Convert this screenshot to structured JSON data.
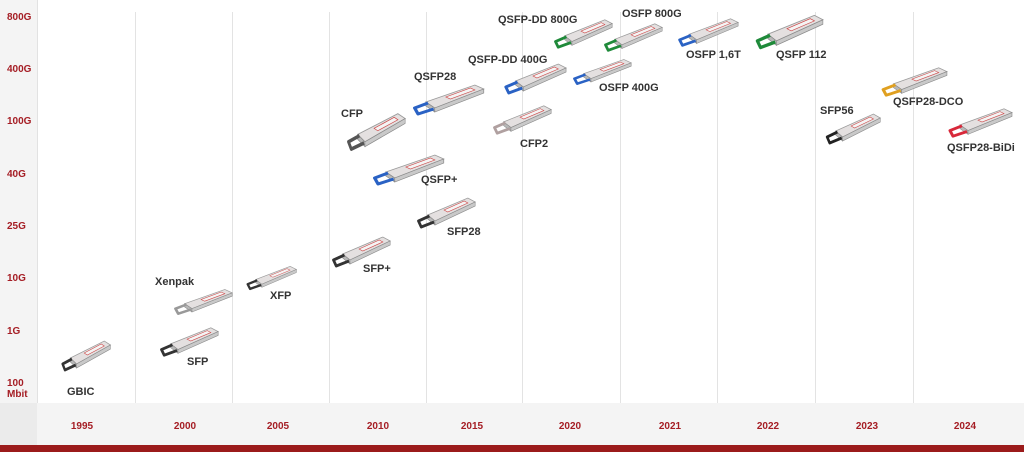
{
  "y_axis": [
    "800G",
    "400G",
    "100G",
    "40G",
    "25G",
    "10G",
    "1G",
    "100 Mbit"
  ],
  "years": [
    "1995",
    "2000",
    "2005",
    "2010",
    "2015",
    "2020",
    "2021",
    "2022",
    "2023",
    "2024"
  ],
  "modules": [
    {
      "label": "GBIC",
      "latch": "#333333"
    },
    {
      "label": "SFP",
      "latch": "#333333"
    },
    {
      "label": "Xenpak",
      "latch": "#999999"
    },
    {
      "label": "XFP",
      "latch": "#333333"
    },
    {
      "label": "SFP+",
      "latch": "#333333"
    },
    {
      "label": "CFP",
      "latch": "#555555"
    },
    {
      "label": "QSFP+",
      "latch": "#2a62c4"
    },
    {
      "label": "SFP28",
      "latch": "#333333"
    },
    {
      "label": "QSFP28",
      "latch": "#2a62c4"
    },
    {
      "label": "CFP2",
      "latch": "#b0a0a0"
    },
    {
      "label": "QSFP-DD 400G",
      "latch": "#2a62c4"
    },
    {
      "label": "QSFP-DD 800G",
      "latch": "#1f8a3a"
    },
    {
      "label": "OSFP 800G",
      "latch": "#1f8a3a"
    },
    {
      "label": "OSFP 400G",
      "latch": "#2a62c4"
    },
    {
      "label": "OSFP 1,6T",
      "latch": "#2a62c4"
    },
    {
      "label": "QSFP 112",
      "latch": "#1f8a3a"
    },
    {
      "label": "SFP56",
      "latch": "#222222"
    },
    {
      "label": "QSFP28-DCO",
      "latch": "#e0a020"
    },
    {
      "label": "QSFP28-BiDi",
      "latch": "#d8283a"
    }
  ],
  "colors": {
    "accent": "#a51d24",
    "bar": "#9b1b1b"
  }
}
